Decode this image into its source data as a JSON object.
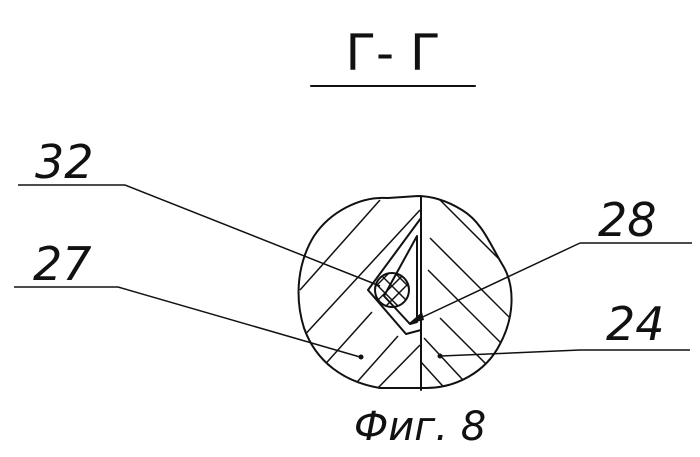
{
  "section_title": "Г- Г",
  "caption": "Фиг. 8",
  "labels": {
    "l32": "32",
    "l27": "27",
    "l28": "28",
    "l24": "24"
  }
}
